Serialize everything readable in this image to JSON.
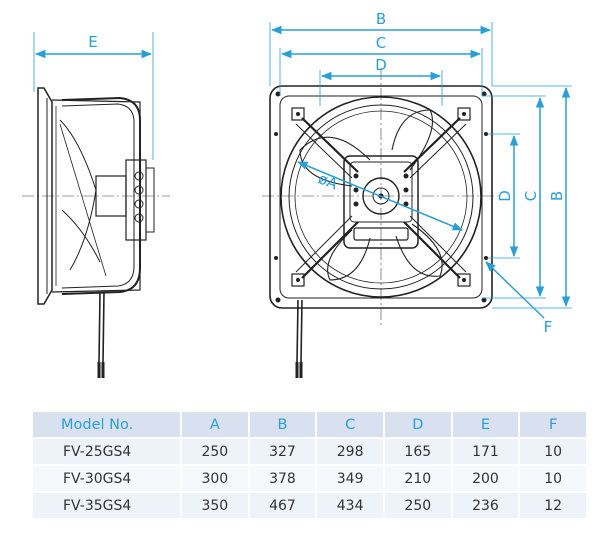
{
  "dimensions": {
    "side_e": "E",
    "front_b_top": "B",
    "front_c_top": "C",
    "front_d_top": "D",
    "front_d_side": "D",
    "front_c_side": "C",
    "front_b_side": "B",
    "diameter_a": "øA",
    "corner_f": "F"
  },
  "table": {
    "headers": [
      "Model No.",
      "A",
      "B",
      "C",
      "D",
      "E",
      "F"
    ],
    "rows": [
      [
        "FV-25GS4",
        "250",
        "327",
        "298",
        "165",
        "171",
        "10"
      ],
      [
        "FV-30GS4",
        "300",
        "378",
        "349",
        "210",
        "200",
        "10"
      ],
      [
        "FV-35GS4",
        "350",
        "467",
        "434",
        "250",
        "236",
        "12"
      ]
    ]
  },
  "colors": {
    "accent": "#2a9fd6",
    "header_bg": "#d9e1f0",
    "row_bg": "#eef3fa"
  }
}
